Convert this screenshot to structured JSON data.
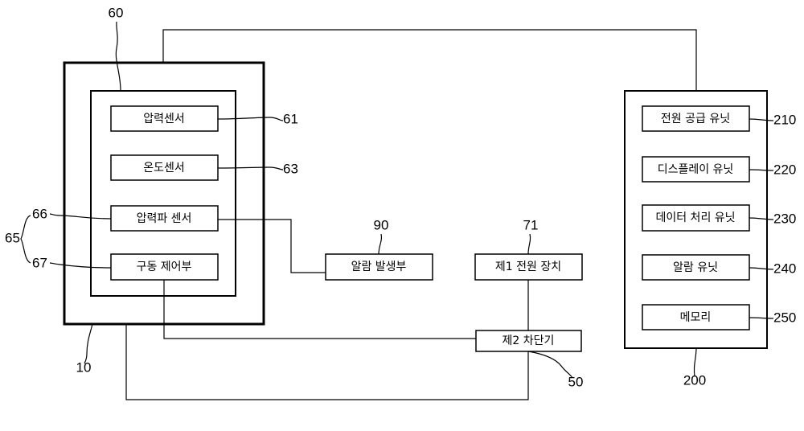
{
  "device": {
    "ref_outer": "10",
    "ref_inner": "60",
    "sensors": [
      {
        "label": "압력센서",
        "ref": "61"
      },
      {
        "label": "온도센서",
        "ref": "63"
      },
      {
        "label": "압력파 센서",
        "ref": "66"
      },
      {
        "label": "구동 제어부",
        "ref": "67"
      }
    ],
    "group_ref": "65"
  },
  "alarm_generator": {
    "label": "알람 발생부",
    "ref": "90"
  },
  "first_power": {
    "label": "제1 전원 장치",
    "ref": "71"
  },
  "second_breaker": {
    "label": "제2 차단기",
    "ref": "50"
  },
  "external": {
    "ref": "200",
    "units": [
      {
        "label": "전원 공급 유닛",
        "ref": "210"
      },
      {
        "label": "디스플레이 유닛",
        "ref": "220"
      },
      {
        "label": "데이터 처리 유닛",
        "ref": "230"
      },
      {
        "label": "알람 유닛",
        "ref": "240"
      },
      {
        "label": "메모리",
        "ref": "250"
      }
    ]
  }
}
